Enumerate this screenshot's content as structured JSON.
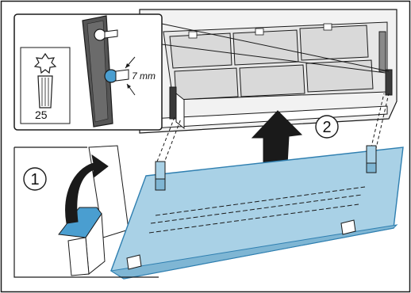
{
  "diagram": {
    "steps": {
      "step1": "1",
      "step2": "2"
    },
    "torx_size": "25",
    "screw_length": "7 mm",
    "icons": {
      "torx_bit": "torx-screwdriver-bit",
      "screw": "screw",
      "arrow_up": "upward-arrow",
      "rotate_arrow": "rotation-arrow"
    },
    "colors": {
      "panel": "#a9d1e6",
      "panel_edge": "#2f7fb0",
      "outline": "#1a1a1a",
      "filter_gray": "#d9d9d9",
      "screw_blue": "#4a9ed0",
      "bracket_dark": "#3a3a3a"
    }
  }
}
